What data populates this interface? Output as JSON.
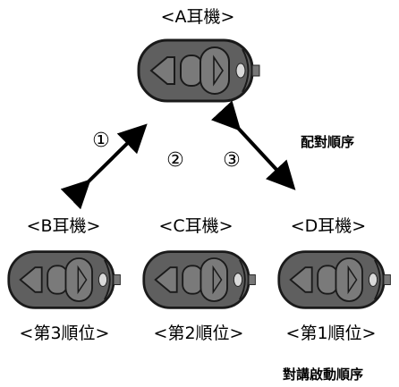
{
  "devices": {
    "a": {
      "label": "<A耳機>"
    },
    "b": {
      "label": "<B耳機>",
      "order": "<第3順位>"
    },
    "c": {
      "label": "<C耳機>",
      "order": "<第2順位>"
    },
    "d": {
      "label": "<D耳機>",
      "order": "<第1順位>"
    }
  },
  "steps": [
    "①",
    "②",
    "③"
  ],
  "captions": {
    "pairing_order": "配對順序",
    "intercom_order": "對講啟動順序"
  },
  "colors": {
    "device_body": "#5f5f5f",
    "device_outline": "#1a1a1a",
    "device_buttons": "#7a7a7a",
    "arrow": "#000000"
  }
}
